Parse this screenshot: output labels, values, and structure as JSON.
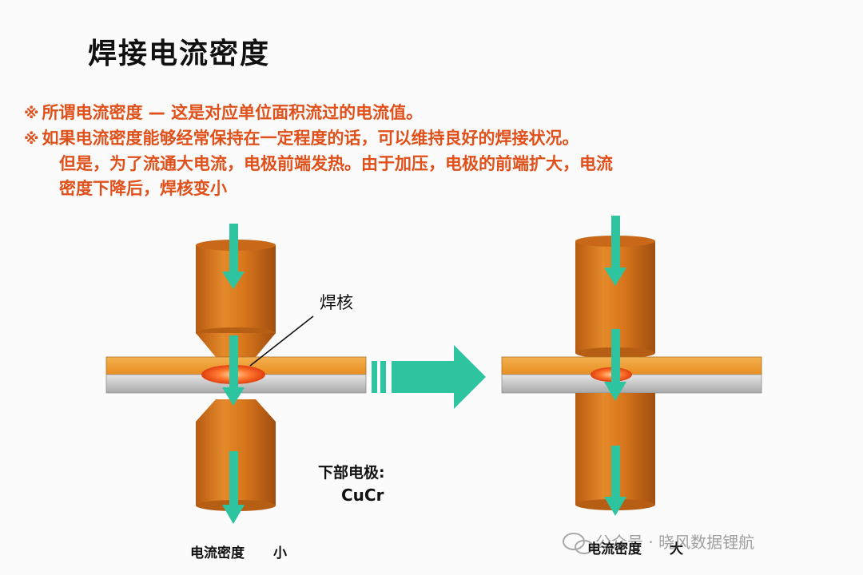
{
  "title": "焊接电流密度",
  "notes": {
    "line1_mark": "※",
    "line1": "所谓电流密度 — 这是对应单位面积流过的电流值。",
    "line2_mark": "※",
    "line2": "如果电流密度能够经常保持在一定程度的话，可以维持良好的焊接状况。",
    "line3": "但是，为了流通大电流，电极前端发热。由于加压，电极的前端扩大，电流",
    "line4": "密度下降后，焊核变小"
  },
  "diagram": {
    "nugget_label": "焊核",
    "lower_electrode_label": "下部电极:",
    "lower_electrode_material": "CuCr",
    "left_caption": "电流密度",
    "left_caption_value": "小",
    "right_caption": "电流密度",
    "right_caption_value": "大"
  },
  "watermark": {
    "text": "公众号 · 晓风数据锂航"
  },
  "colors": {
    "electrode": "#d8761c",
    "sheet_top": "#f0a030",
    "sheet_bottom": "#c8c8c8",
    "arrow": "#2fc4a0",
    "note_text": "#e0501a"
  }
}
